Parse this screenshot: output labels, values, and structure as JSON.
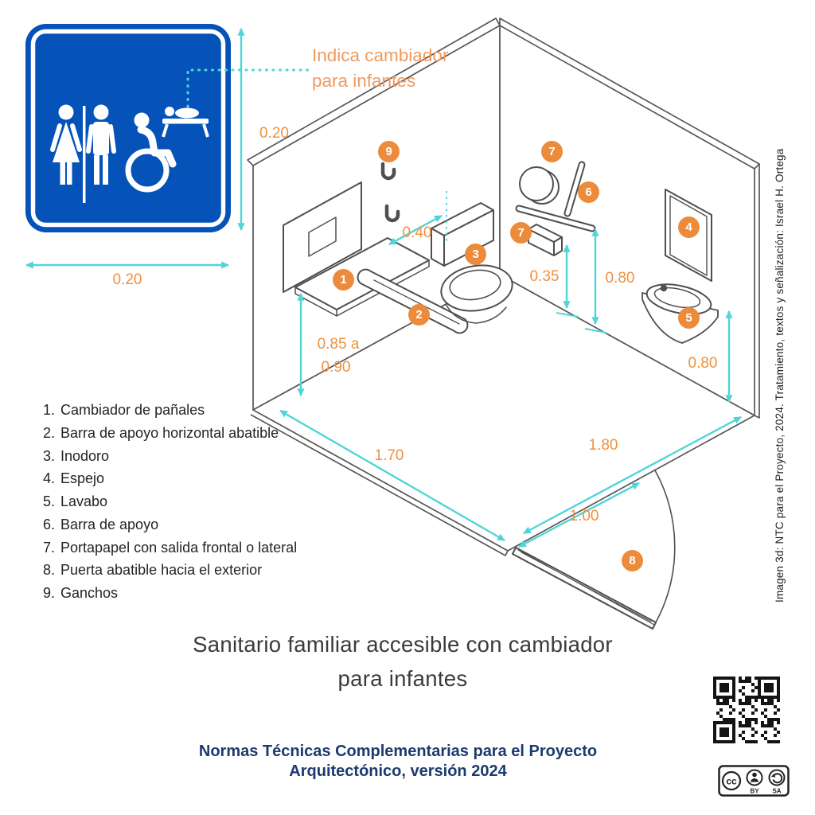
{
  "colors": {
    "teal_accent": "#50d5d7",
    "orange_text": "#f0903f",
    "badge_orange": "#ec8b3c",
    "sign_blue": "#0553b8",
    "footer_navy": "#1c3a6e"
  },
  "annotation": {
    "note": "Indica cambiador para infantes"
  },
  "dims": {
    "sign_h": "0.20",
    "sign_w": "0.20",
    "changing_table_depth": "0.40",
    "dispenser_height": "0.35",
    "bar_height": "0.80",
    "table_height_a": "0.85 a",
    "table_height_b": "0.90",
    "room_depth": "1.70",
    "room_width": "1.80",
    "door_width": "1.00",
    "sink_height": "0.80"
  },
  "badges": {
    "b1": "1",
    "b2": "2",
    "b3": "3",
    "b4": "4",
    "b5": "5",
    "b6": "6",
    "b7a": "7",
    "b7b": "7",
    "b8": "8",
    "b9": "9"
  },
  "legend": {
    "items": [
      {
        "num": "1.",
        "label": "Cambiador de pañales"
      },
      {
        "num": "2.",
        "label": "Barra de apoyo horizontal abatible"
      },
      {
        "num": "3.",
        "label": "Inodoro"
      },
      {
        "num": "4.",
        "label": "Espejo"
      },
      {
        "num": "5.",
        "label": "Lavabo"
      },
      {
        "num": "6.",
        "label": "Barra de apoyo"
      },
      {
        "num": "7.",
        "label": "Portapapel con salida frontal o lateral"
      },
      {
        "num": "8.",
        "label": "Puerta abatible hacia el exterior"
      },
      {
        "num": "9.",
        "label": "Ganchos"
      }
    ]
  },
  "title": {
    "line1": "Sanitario familiar accesible con cambiador",
    "line2": "para infantes"
  },
  "footer": {
    "line1": "Normas Técnicas Complementarias para el Proyecto",
    "line2": "Arquitectónico, versión 2024"
  },
  "credit": "Imagen 3d: NTC para el Proyecto, 2024. Tratamiento, textos y señalización: Israel H. Ortega",
  "license": {
    "cc": "cc",
    "by": "BY",
    "sa": "SA"
  }
}
